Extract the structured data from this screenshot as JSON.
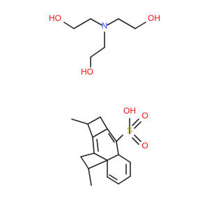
{
  "colors": {
    "background": "#ffffff",
    "bond": "#262626",
    "oxygen": "#ff0d0d",
    "nitrogen": "#3050f8",
    "sulfur": "#b8b800"
  },
  "molecule_1": {
    "name": "triethanolamine",
    "atoms": {
      "n": "N",
      "oh_left": "HO",
      "oh_right": "OH",
      "oh_bottom": "HO"
    }
  },
  "molecule_2": {
    "name": "sulfonic-acid-fragment",
    "atoms": {
      "s": "S",
      "oh": "OH",
      "o_top": "O",
      "o_bottom": "O"
    }
  }
}
